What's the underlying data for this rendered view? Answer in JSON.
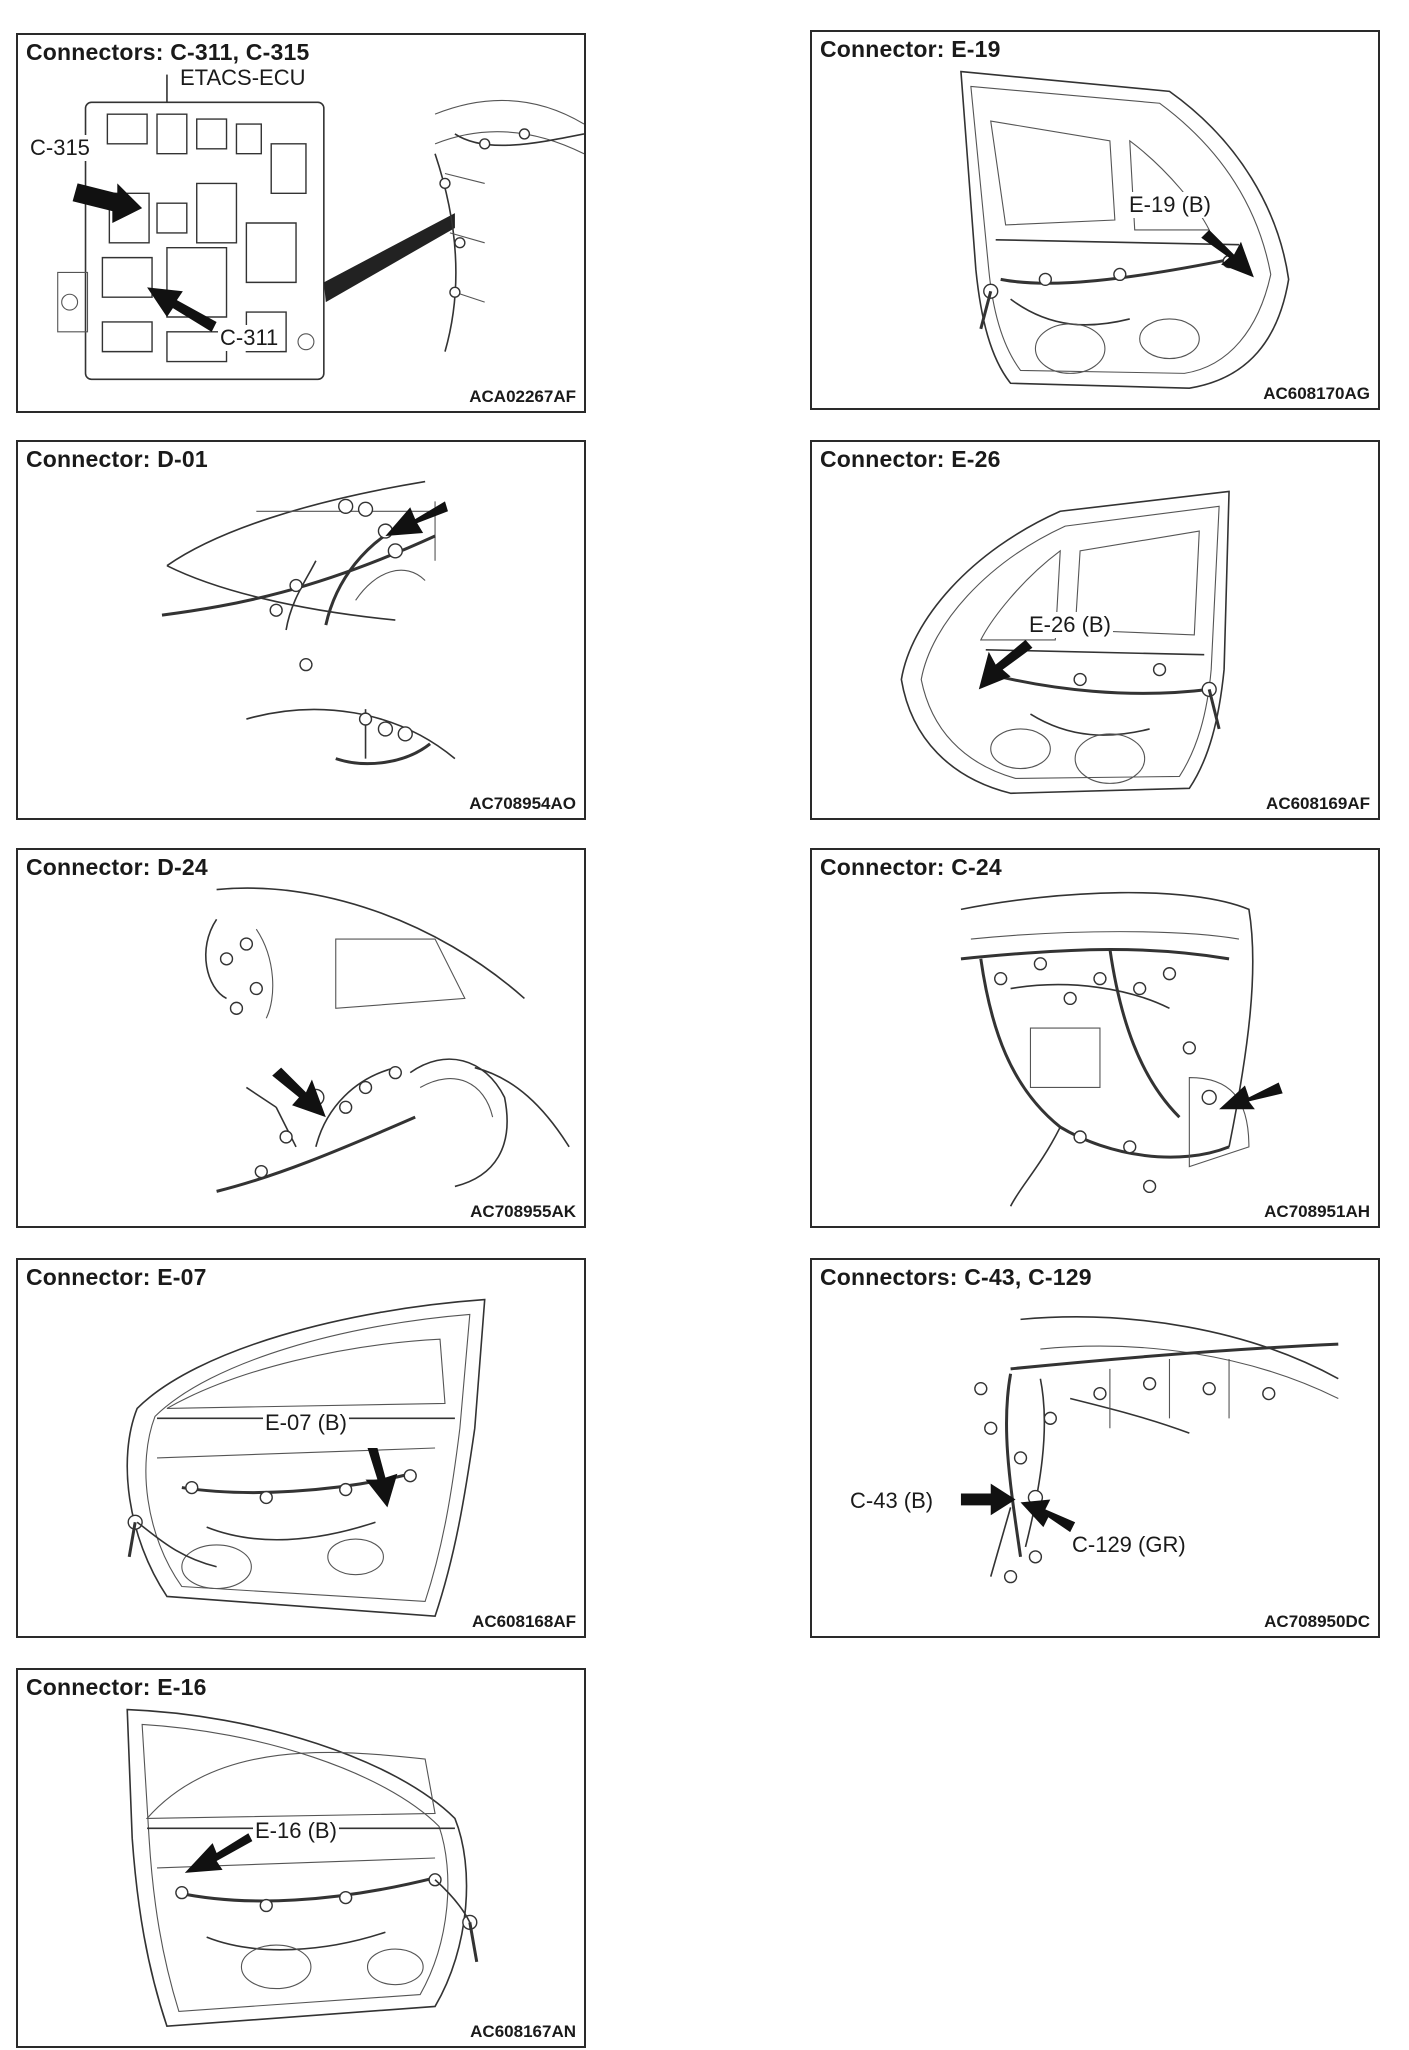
{
  "panels": {
    "c311": {
      "title": "Connectors: C-311, C-315",
      "code": "ACA02267AF",
      "labels": {
        "ecu": "ETACS-ECU",
        "c315": "C-315",
        "c311": "C-311"
      }
    },
    "e19": {
      "title": "Connector: E-19",
      "code": "AC608170AG",
      "labels": {
        "e19": "E-19 (B)"
      }
    },
    "d01": {
      "title": "Connector: D-01",
      "code": "AC708954AO"
    },
    "e26": {
      "title": "Connector: E-26",
      "code": "AC608169AF",
      "labels": {
        "e26": "E-26 (B)"
      }
    },
    "d24": {
      "title": "Connector: D-24",
      "code": "AC708955AK"
    },
    "c24": {
      "title": "Connector: C-24",
      "code": "AC708951AH"
    },
    "e07": {
      "title": "Connector: E-07",
      "code": "AC608168AF",
      "labels": {
        "e07": "E-07 (B)"
      }
    },
    "c43": {
      "title": "Connectors: C-43, C-129",
      "code": "AC708950DC",
      "labels": {
        "c43": "C-43 (B)",
        "c129": "C-129 (GR)"
      }
    },
    "e16": {
      "title": "Connector: E-16",
      "code": "AC608167AN",
      "labels": {
        "e16": "E-16 (B)"
      }
    }
  }
}
